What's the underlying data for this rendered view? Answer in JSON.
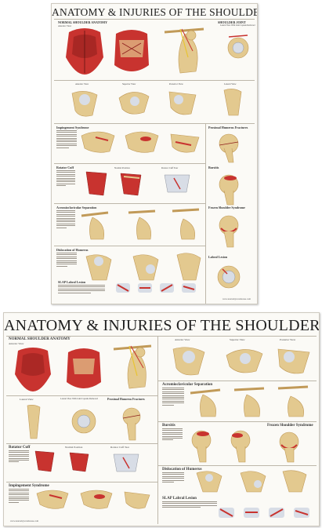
{
  "poster_top": {
    "title": "ANATOMY & INJURIES OF THE SHOULDER",
    "section_normal": "NORMAL SHOULDER ANATOMY",
    "view_anterior": "Anterior View",
    "section_joint": "SHOULDER JOINT",
    "view_joint": "Lateral View With Joint Capsule Removed",
    "view_anterior2": "Anterior View",
    "view_superior": "Superior View",
    "view_posterior": "Posterior View",
    "view_lateral": "Lateral View",
    "section_impingement": "Impingement Syndrome",
    "section_proximal": "Proximal Humerus Fractures",
    "section_rotator": "Rotator Cuff",
    "label_normal_position": "Normal Position",
    "label_rotator_tear": "Rotator Cuff Tear",
    "section_acromio": "Acromioclavicular Separation",
    "section_bursitis": "Bursitis",
    "section_frozen": "Frozen Shoulder Syndrome",
    "section_dislocation": "Dislocation of Humerus",
    "section_slap": "SLAP Labral Lesion",
    "section_labral": "Labral Lesion",
    "website": "www.anatomywarehouse.com"
  },
  "poster_bottom": {
    "title": "ANATOMY & INJURIES OF THE SHOULDER",
    "section_normal": "NORMAL SHOULDER ANATOMY",
    "view_anterior": "Anterior View",
    "view_anterior2": "Anterior View",
    "view_superior": "Superior View",
    "view_posterior": "Posterior View",
    "view_lateral": "Lateral View",
    "view_joint": "Lateral View With Joint Capsule Removed",
    "section_proximal": "Proximal Humerus Fractures",
    "section_acromio": "Acromioclavicular Separation",
    "section_rotator": "Rotator Cuff",
    "label_normal_position": "Normal Position",
    "label_rotator_tear": "Rotator Cuff Tear",
    "section_bursitis": "Bursitis",
    "section_frozen": "Frozen Shoulder Syndrome",
    "section_impingement": "Impingement Syndrome",
    "section_dislocation": "Dislocation of Humerus",
    "section_slap": "SLAP Labral Lesion",
    "website": "www.anatomywarehouse.com"
  },
  "colors": {
    "bone": "#e3c98f",
    "bone_shade": "#c19a58",
    "muscle": "#c8332f",
    "muscle_dark": "#8e1e1c",
    "cartilage": "#d8dde6",
    "nerve": "#e8c431"
  }
}
